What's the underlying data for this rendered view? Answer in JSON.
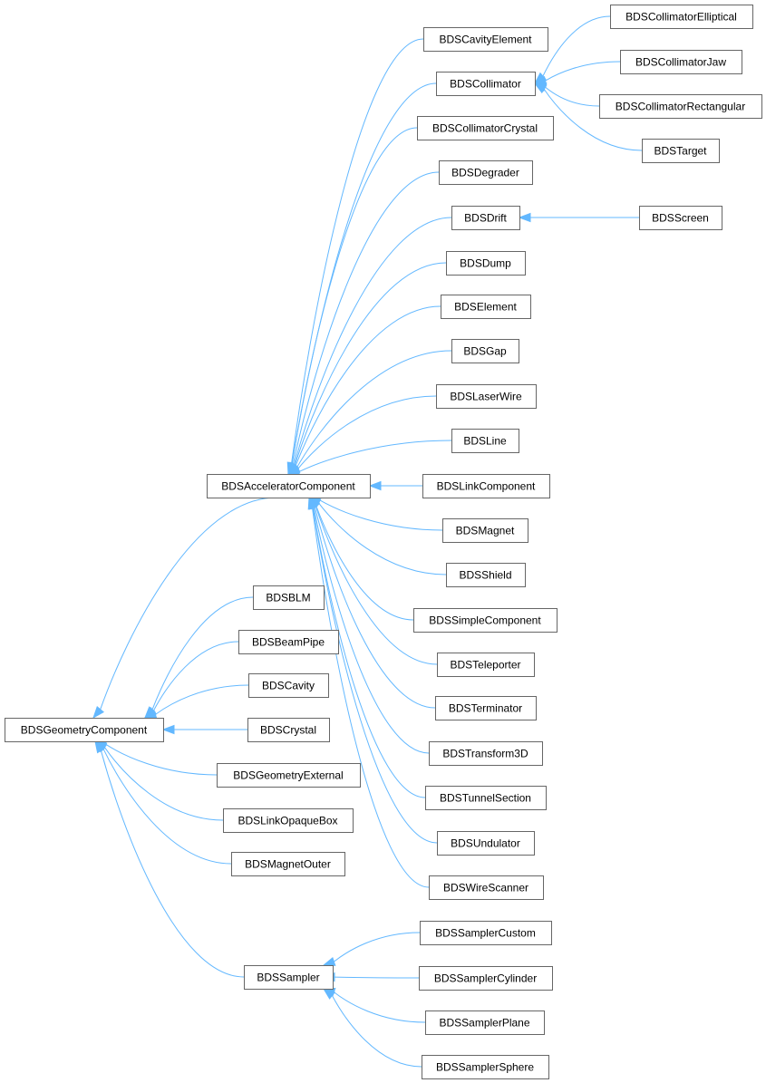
{
  "diagram": {
    "type": "class-inheritance-graph",
    "colors": {
      "edge": "#63b8ff",
      "node_border": "#666666",
      "node_fill": "#ffffff",
      "text": "#000000"
    },
    "nodes": {
      "cavity_element": "BDSCavityElement",
      "collimator": "BDSCollimator",
      "collimator_elliptical": "BDSCollimatorElliptical",
      "collimator_jaw": "BDSCollimatorJaw",
      "collimator_rectangular": "BDSCollimatorRectangular",
      "target": "BDSTarget",
      "collimator_crystal": "BDSCollimatorCrystal",
      "degrader": "BDSDegrader",
      "drift": "BDSDrift",
      "screen": "BDSScreen",
      "dump": "BDSDump",
      "element": "BDSElement",
      "gap": "BDSGap",
      "laser_wire": "BDSLaserWire",
      "line": "BDSLine",
      "accelerator_component": "BDSAcceleratorComponent",
      "link_component": "BDSLinkComponent",
      "magnet": "BDSMagnet",
      "shield": "BDSShield",
      "simple_component": "BDSSimpleComponent",
      "teleporter": "BDSTeleporter",
      "terminator": "BDSTerminator",
      "transform3d": "BDSTransform3D",
      "tunnel_section": "BDSTunnelSection",
      "undulator": "BDSUndulator",
      "wire_scanner": "BDSWireScanner",
      "blm": "BDSBLM",
      "beam_pipe": "BDSBeamPipe",
      "cavity": "BDSCavity",
      "geometry_component": "BDSGeometryComponent",
      "crystal": "BDSCrystal",
      "geometry_external": "BDSGeometryExternal",
      "link_opaque_box": "BDSLinkOpaqueBox",
      "magnet_outer": "BDSMagnetOuter",
      "sampler": "BDSSampler",
      "sampler_custom": "BDSSamplerCustom",
      "sampler_cylinder": "BDSSamplerCylinder",
      "sampler_plane": "BDSSamplerPlane",
      "sampler_sphere": "BDSSamplerSphere"
    },
    "edges": [
      {
        "child": "cavity_element",
        "parent": "accelerator_component"
      },
      {
        "child": "collimator",
        "parent": "accelerator_component"
      },
      {
        "child": "collimator_crystal",
        "parent": "accelerator_component"
      },
      {
        "child": "degrader",
        "parent": "accelerator_component"
      },
      {
        "child": "drift",
        "parent": "accelerator_component"
      },
      {
        "child": "dump",
        "parent": "accelerator_component"
      },
      {
        "child": "element",
        "parent": "accelerator_component"
      },
      {
        "child": "gap",
        "parent": "accelerator_component"
      },
      {
        "child": "laser_wire",
        "parent": "accelerator_component"
      },
      {
        "child": "line",
        "parent": "accelerator_component"
      },
      {
        "child": "link_component",
        "parent": "accelerator_component"
      },
      {
        "child": "magnet",
        "parent": "accelerator_component"
      },
      {
        "child": "shield",
        "parent": "accelerator_component"
      },
      {
        "child": "simple_component",
        "parent": "accelerator_component"
      },
      {
        "child": "teleporter",
        "parent": "accelerator_component"
      },
      {
        "child": "terminator",
        "parent": "accelerator_component"
      },
      {
        "child": "transform3d",
        "parent": "accelerator_component"
      },
      {
        "child": "tunnel_section",
        "parent": "accelerator_component"
      },
      {
        "child": "undulator",
        "parent": "accelerator_component"
      },
      {
        "child": "wire_scanner",
        "parent": "accelerator_component"
      },
      {
        "child": "collimator_elliptical",
        "parent": "collimator"
      },
      {
        "child": "collimator_jaw",
        "parent": "collimator"
      },
      {
        "child": "collimator_rectangular",
        "parent": "collimator"
      },
      {
        "child": "target",
        "parent": "collimator"
      },
      {
        "child": "screen",
        "parent": "drift"
      },
      {
        "child": "accelerator_component",
        "parent": "geometry_component"
      },
      {
        "child": "blm",
        "parent": "geometry_component"
      },
      {
        "child": "beam_pipe",
        "parent": "geometry_component"
      },
      {
        "child": "cavity",
        "parent": "geometry_component"
      },
      {
        "child": "crystal",
        "parent": "geometry_component"
      },
      {
        "child": "geometry_external",
        "parent": "geometry_component"
      },
      {
        "child": "link_opaque_box",
        "parent": "geometry_component"
      },
      {
        "child": "magnet_outer",
        "parent": "geometry_component"
      },
      {
        "child": "sampler",
        "parent": "geometry_component"
      },
      {
        "child": "sampler_custom",
        "parent": "sampler"
      },
      {
        "child": "sampler_cylinder",
        "parent": "sampler"
      },
      {
        "child": "sampler_plane",
        "parent": "sampler"
      },
      {
        "child": "sampler_sphere",
        "parent": "sampler"
      }
    ]
  }
}
